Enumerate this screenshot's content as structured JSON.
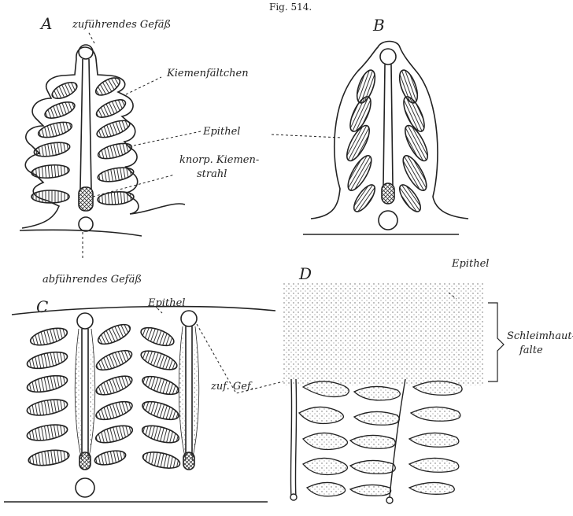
{
  "figure": {
    "title": "Fig. 514.",
    "panels": {
      "a": "A",
      "b": "B",
      "c": "C",
      "d": "D"
    },
    "labels": {
      "afferent_vessel": "zuführendes Gefäß",
      "gill_lamellae": "Kiemenfältchen",
      "epithelium_ab": "Epithel",
      "cartilage_ray_1": "knorp. Kiemen-",
      "cartilage_ray_2": "strahl",
      "efferent_vessel": "abführendes Gefäß",
      "epithelium_c": "Epithel",
      "epithelium_d": "Epithel",
      "mucosa_fold_1": "Schleimhaut-",
      "mucosa_fold_2": "falte",
      "afferent_short": "zuf. Gef."
    }
  }
}
